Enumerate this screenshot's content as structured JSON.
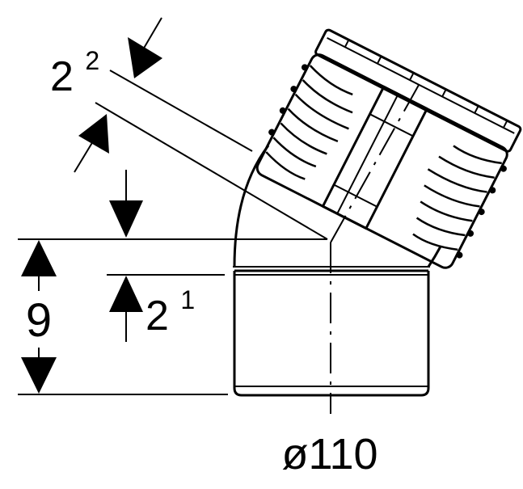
{
  "dimensions": {
    "angle_top_base": "2",
    "angle_top_sup": "2",
    "inset_base": "2",
    "inset_sup": "1",
    "height": "9",
    "diameter": "ø110"
  },
  "colors": {
    "line": "#000000",
    "background": "#ffffff"
  }
}
